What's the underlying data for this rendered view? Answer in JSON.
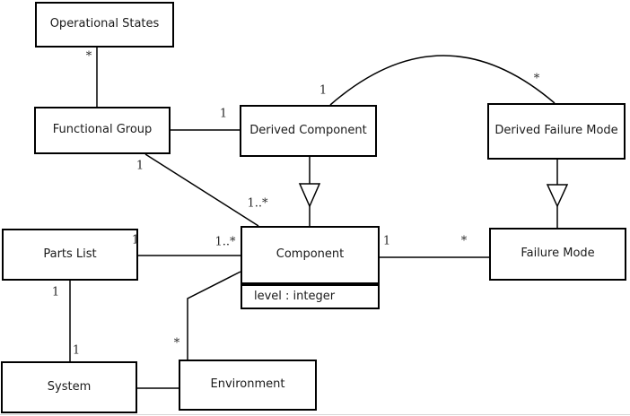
{
  "diagram": {
    "nodes": {
      "operational_states": {
        "label": "Operational States"
      },
      "functional_group": {
        "label": "Functional Group"
      },
      "derived_component": {
        "label": "Derived Component"
      },
      "derived_failure_mode": {
        "label": "Derived Failure Mode"
      },
      "parts_list": {
        "label": "Parts List"
      },
      "component": {
        "label": "Component",
        "attribute": "level : integer"
      },
      "failure_mode": {
        "label": "Failure Mode"
      },
      "system": {
        "label": "System"
      },
      "environment": {
        "label": "Environment"
      }
    },
    "multiplicities": {
      "operational_states_end": "*",
      "derived_component_near_end": "1",
      "functional_group_lower_end": "1",
      "component_upper_end": "1..*",
      "arc_derived_component_end": "1",
      "arc_derived_failure_mode_end": "*",
      "parts_list_right_end": "1",
      "component_left_end": "1..*",
      "component_right_end": "1",
      "failure_mode_left_end": "*",
      "parts_list_bottom_end": "1",
      "system_top_end": "1",
      "environment_top_end": "*"
    },
    "colors": {
      "line": "#000000",
      "box_border": "#000000",
      "box_fill": "#ffffff",
      "background": "#ffffff"
    }
  }
}
